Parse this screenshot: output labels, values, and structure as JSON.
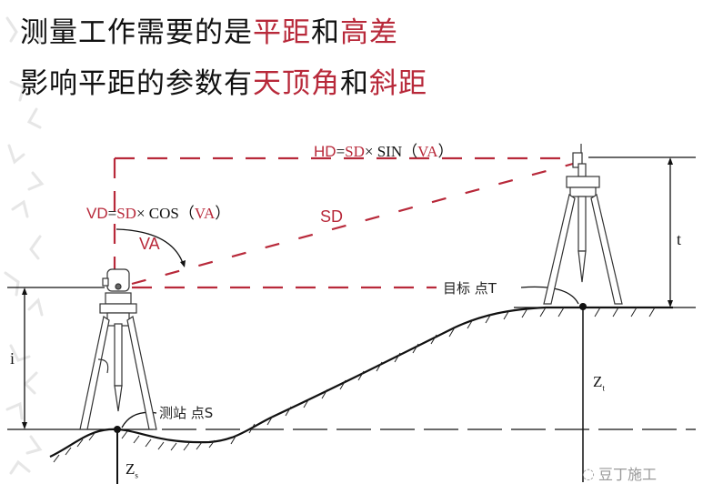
{
  "title": {
    "line1": [
      {
        "text": "测量工作需要的是",
        "color": "black"
      },
      {
        "text": "平距",
        "color": "red"
      },
      {
        "text": "和",
        "color": "black"
      },
      {
        "text": "高差",
        "color": "red"
      }
    ],
    "line2": [
      {
        "text": "影响平距的参数有",
        "color": "black"
      },
      {
        "text": "天顶角",
        "color": "red"
      },
      {
        "text": "和",
        "color": "black"
      },
      {
        "text": "斜距",
        "color": "red"
      }
    ]
  },
  "formulas": {
    "hd": {
      "lhs": "HD",
      "eq": "=",
      "sd": "SD",
      "op": "× SIN（",
      "va": "VA",
      "close": "）"
    },
    "vd": {
      "lhs": "VD",
      "eq": "=",
      "sd": "SD",
      "op": "× COS（",
      "va": "VA",
      "close": "）"
    }
  },
  "labels": {
    "sd": "SD",
    "va": "VA",
    "instrument_height": "i",
    "target_height": "t",
    "station_point": "测站 点S",
    "target_point": "目标 点T",
    "zs": "Z",
    "zs_sub": "s",
    "zt": "Z",
    "zt_sub": "t"
  },
  "colors": {
    "accent_red": "#b8293a",
    "line_black": "#111111"
  },
  "watermark": {
    "icon": "wechat-icon",
    "text": "豆丁施工"
  }
}
